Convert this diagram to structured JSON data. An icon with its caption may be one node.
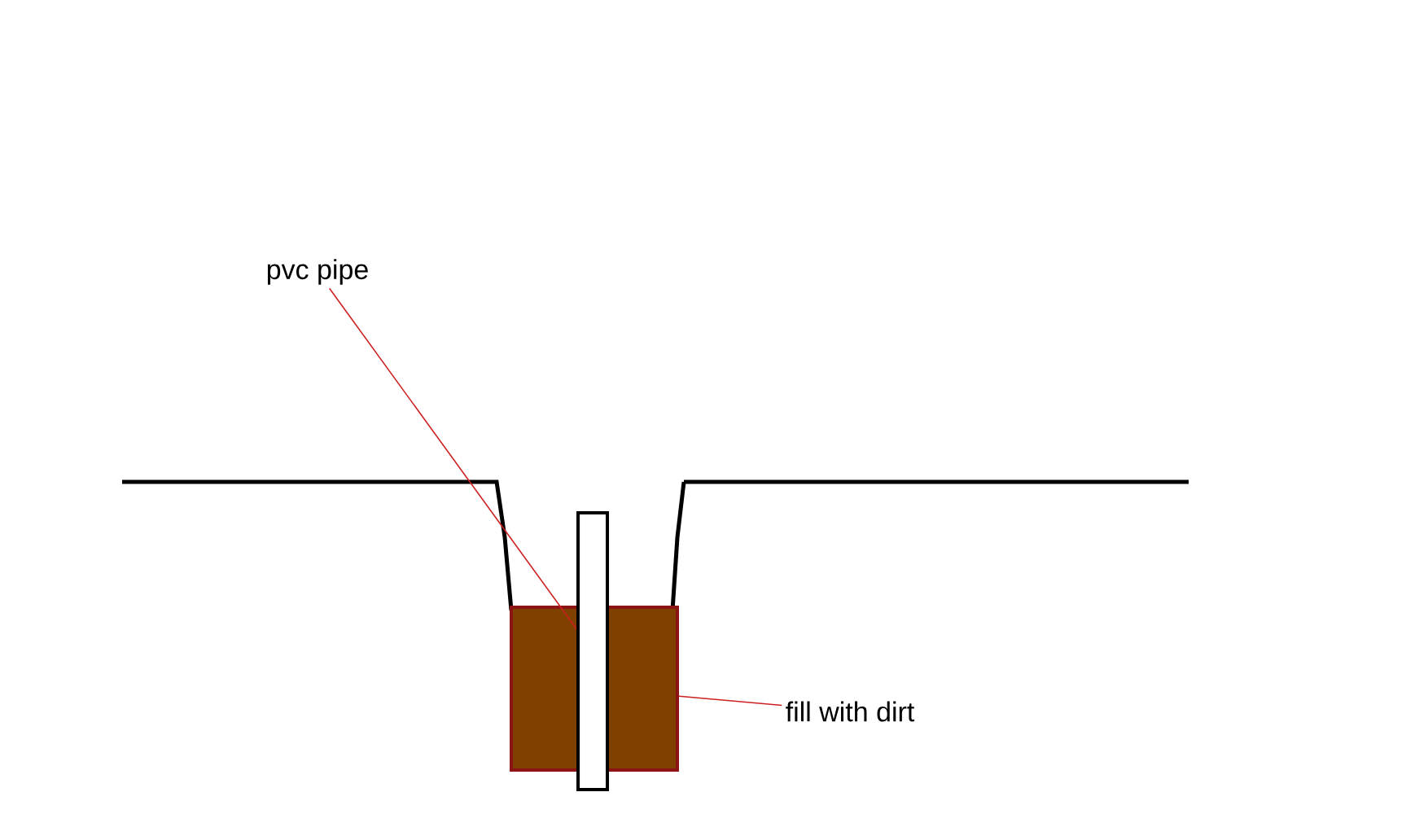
{
  "diagram": {
    "nodes": [
      {
        "text": [
          "pvc pipe"
        ]
      },
      {
        "text": [],
        "shape": "box"
      },
      {
        "text": [
          "fill with dirt"
        ]
      },
      {
        "text": [],
        "shape": "box"
      }
    ],
    "edges": [
      {
        "from": 0,
        "to": 1,
        "arrow": "none"
      },
      {
        "from": 2,
        "to": 3,
        "arrow": "none"
      }
    ]
  }
}
